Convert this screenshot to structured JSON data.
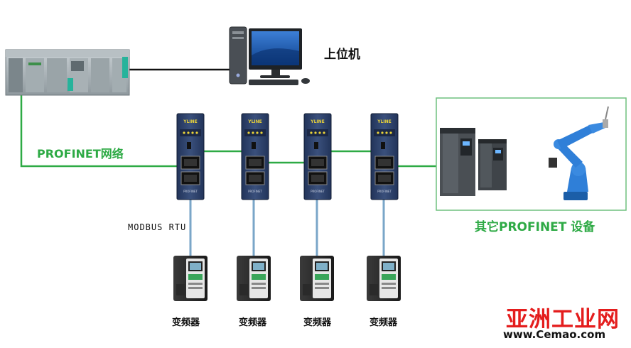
{
  "labels": {
    "host_pc": "上位机",
    "profinet_network": "PROFINET网络",
    "modbus_rtu": "MODBUS RTU",
    "other_profinet_devices": "其它PROFINET 设备",
    "vfd": "变频器"
  },
  "gateways": [
    {
      "brand": "YLINE",
      "model": "PROFINET"
    },
    {
      "brand": "YLINE",
      "model": "PROFINET"
    },
    {
      "brand": "YLINE",
      "model": "PROFINET"
    },
    {
      "brand": "YLINE",
      "model": "PROFINET"
    }
  ],
  "watermark": {
    "name": "亚洲工业网",
    "url": "www.Cemao.com"
  },
  "colors": {
    "network_green": "#2eaa45",
    "modbus_cable": "#7aa6c8",
    "ethernet_black": "#111111",
    "gateway_body": "#2c3f66",
    "robot_blue": "#2f7fd8",
    "watermark_red": "#e41d1d"
  }
}
